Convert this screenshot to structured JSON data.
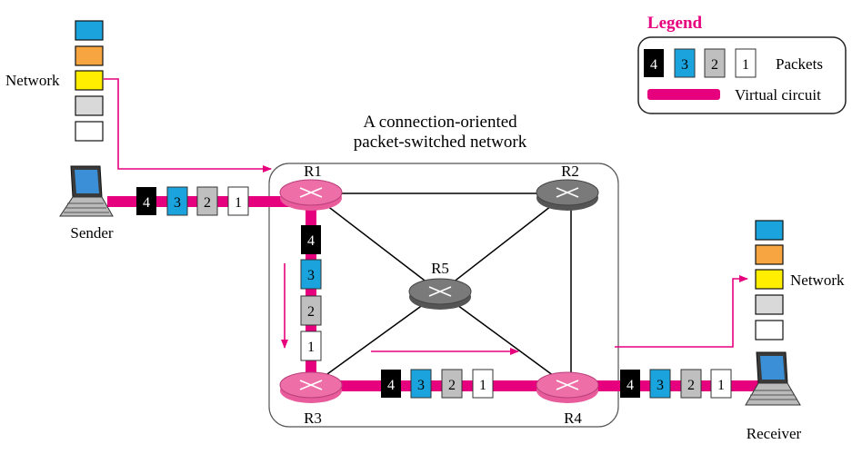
{
  "title": {
    "line1": "A connection-oriented",
    "line2": "packet-switched network"
  },
  "legend": {
    "heading": "Legend",
    "packets_label": "Packets",
    "circuit_label": "Virtual circuit",
    "packet_numbers": [
      "4",
      "3",
      "2",
      "1"
    ]
  },
  "routers": {
    "r1": "R1",
    "r2": "R2",
    "r3": "R3",
    "r4": "R4",
    "r5": "R5"
  },
  "hosts": {
    "sender": "Sender",
    "receiver": "Receiver",
    "network_left": "Network",
    "network_right": "Network"
  },
  "packets": {
    "numbers": [
      "4",
      "3",
      "2",
      "1"
    ]
  },
  "colors": {
    "virtual_circuit": "#e6007e",
    "arrow": "#e6007e",
    "legend_heading": "#e6007e",
    "packet_4": "#000000",
    "packet_3": "#1aa3dc",
    "packet_2": "#bfbfbf",
    "packet_1": "#ffffff",
    "network_blue": "#1aa3dc",
    "network_orange": "#f7a541",
    "network_yellow": "#ffee00",
    "network_gray": "#d9d9d9",
    "network_white": "#ffffff",
    "router_circuit": "#ee6fa8",
    "router_plain": "#7a7a7a"
  }
}
